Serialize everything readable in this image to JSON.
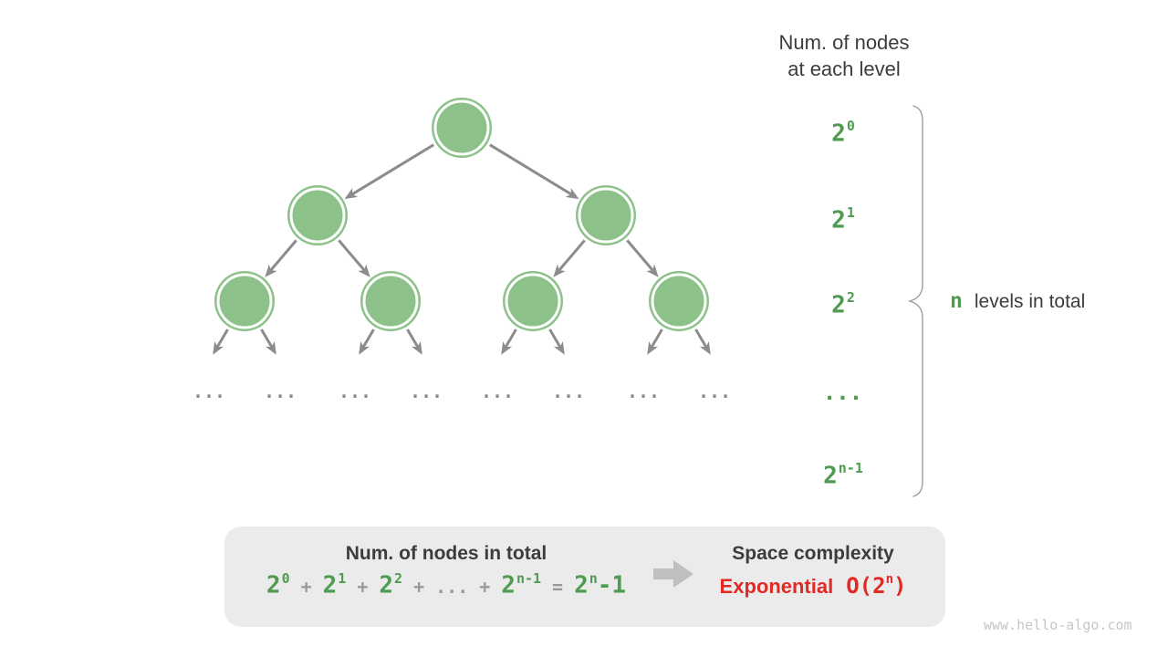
{
  "colors": {
    "node_fill": "#8CC18A",
    "node_ring_white": "#FFFFFF",
    "edge_gray": "#8C8C8C",
    "green_text": "#4E9B51",
    "dark_text": "#3C3C3C",
    "gray_operator": "#9A9A9A",
    "red_text": "#E12A26",
    "box_background": "#EBEBEB",
    "block_arrow_gray": "#BFBFBF",
    "brace_gray": "#9D9D9D",
    "watermark_gray": "#C6C6C6"
  },
  "header": {
    "line1": "Num. of nodes",
    "line2": "at each level"
  },
  "level_labels": [
    {
      "base": "2",
      "sup": "0"
    },
    {
      "base": "2",
      "sup": "1"
    },
    {
      "base": "2",
      "sup": "2"
    },
    {
      "base": "...",
      "sup": ""
    },
    {
      "base": "2",
      "sup": "n-1"
    }
  ],
  "brace_note": {
    "var": "n",
    "text": "levels in total"
  },
  "tree": {
    "ellipsis": "..."
  },
  "summary": {
    "left_title": "Num. of nodes in total",
    "formula": [
      {
        "text": "2",
        "sup": "0",
        "color": "green"
      },
      {
        "text": "+",
        "color": "gray"
      },
      {
        "text": "2",
        "sup": "1",
        "color": "green"
      },
      {
        "text": "+",
        "color": "gray"
      },
      {
        "text": "2",
        "sup": "2",
        "color": "green"
      },
      {
        "text": "+",
        "color": "gray"
      },
      {
        "text": "...",
        "color": "gray"
      },
      {
        "text": "+",
        "color": "gray"
      },
      {
        "text": "2",
        "sup": "n-1",
        "color": "green"
      },
      {
        "text": "=",
        "color": "gray"
      },
      {
        "text": "2",
        "sup": "n",
        "post": "-1",
        "color": "green"
      }
    ],
    "right_title": "Space complexity",
    "complexity_word": "Exponential",
    "complexity_math": {
      "pre": "O(2",
      "sup": "n",
      "post": ")"
    }
  },
  "watermark": "www.hello-algo.com"
}
